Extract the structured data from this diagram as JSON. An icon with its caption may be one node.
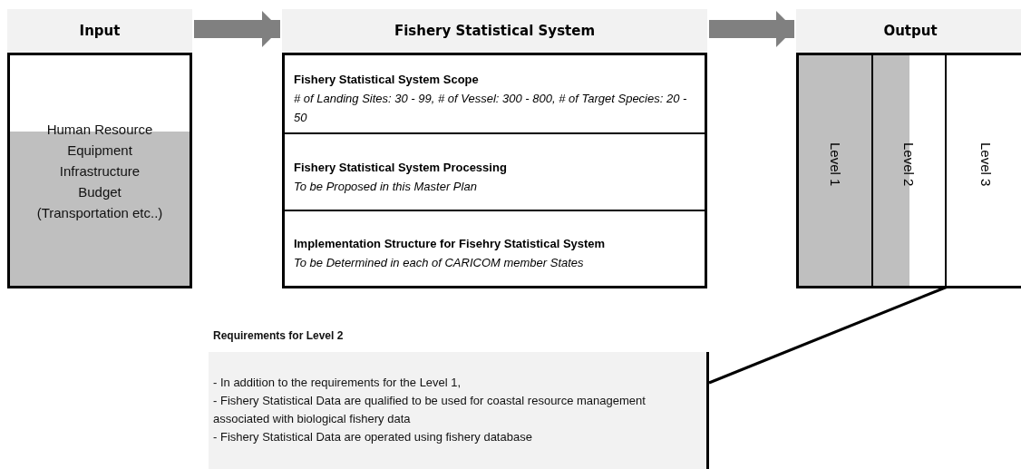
{
  "diagram": {
    "nodes": [
      {
        "text": [
          "Input",
          "Human Resource",
          "Equipment",
          "Infrastructure",
          "Budget",
          "(Transportation etc..)"
        ]
      },
      {
        "text": [
          "Fishery Statistical System"
        ]
      },
      {
        "text": [
          "Fishery Statistical System Scope",
          "# of Landing Sites: 30 - 99, # of Vessel: 300 - 800, # of Target Species: 20 - 50"
        ],
        "in": 1
      },
      {
        "text": [
          "Fishery Statistical System Processing",
          "To be Proposed in this Master Plan"
        ],
        "in": 1
      },
      {
        "text": [
          "Implementation Structure for Fisehry Statistical System",
          "To be Determined in each of CARICOM member States"
        ],
        "in": 1
      },
      {
        "text": [
          "Output"
        ]
      },
      {
        "text": [
          "Level 1"
        ],
        "in": 5
      },
      {
        "text": [
          "Level 2"
        ],
        "in": 5
      },
      {
        "text": [
          "Level 3"
        ],
        "in": 5
      },
      {
        "text": [
          "Requirements for Level 2",
          "- In addition to the requirements for the Level 1,",
          "- Fishery Statistical Data are qualified to be used for coastal resource management associated with biological fishery data",
          "- Fishery Statistical Data are operated using fishery database"
        ]
      }
    ],
    "edges": [
      {
        "from": 0,
        "to": 1,
        "arrow": "to"
      },
      {
        "from": 1,
        "to": 5,
        "arrow": "to"
      },
      {
        "from": 9,
        "to": 7,
        "arrow": "none",
        "color": "#000000"
      }
    ]
  }
}
